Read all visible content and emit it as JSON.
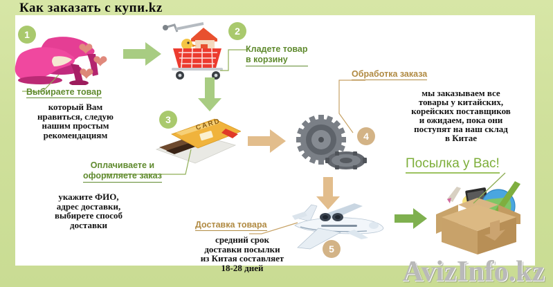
{
  "page": {
    "title": "Как заказать с купи.kz",
    "watermark": "AvizInfo.kz",
    "bg_frame_color": "#cfe09b",
    "canvas_color": "#ffffff"
  },
  "steps": [
    {
      "number": "1",
      "icon": "pink-high-heel-shoes-icon",
      "caption": "Выбираете товар",
      "caption_color": "#5f8a2e",
      "body": "который Вам\nнравиться, следую\nнашим простым\nрекомендациям"
    },
    {
      "number": "2",
      "icon": "shopping-cart-icon",
      "caption": "Кладете товар\nв корзину",
      "caption_color": "#5f8a2e",
      "body": ""
    },
    {
      "number": "3",
      "icon": "credit-card-icon",
      "card_label": "CARD",
      "caption": "Оплачиваете и\nоформляете заказ",
      "caption_color": "#5f8a2e",
      "body": "укажите ФИО,\nадрес доставки,\nвыбирете способ\nдоставки"
    },
    {
      "number": "4",
      "icon": "gears-icon",
      "caption": "Обработка заказа",
      "caption_color": "#b08a42",
      "body": "мы заказываем все\nтовары у китайских,\nкорейских поставщиков\nи ожидаем, пока они\nпоступят на наш склад\nв Китае"
    },
    {
      "number": "5",
      "icon": "airplane-icon",
      "caption": "Доставка товара",
      "caption_color": "#b08a42",
      "body": "средний срок\nдоставки посылки\nиз Китая составляет\n18-28 дней"
    }
  ],
  "result": {
    "headline": "Посылка у Вас!",
    "headline_color": "#7dae3a",
    "icon": "open-parcel-box-icon"
  },
  "arrows": [
    {
      "name": "arrow-shoes-to-cart",
      "direction": "right",
      "color": "#a8cc82"
    },
    {
      "name": "arrow-cart-to-card",
      "direction": "down",
      "color": "#a8cc82"
    },
    {
      "name": "arrow-card-to-gears",
      "direction": "right",
      "color": "#e2bd8c"
    },
    {
      "name": "arrow-gears-to-plane",
      "direction": "down",
      "color": "#e2bd8c"
    },
    {
      "name": "arrow-plane-to-box",
      "direction": "right",
      "color": "#a8cc82"
    }
  ]
}
